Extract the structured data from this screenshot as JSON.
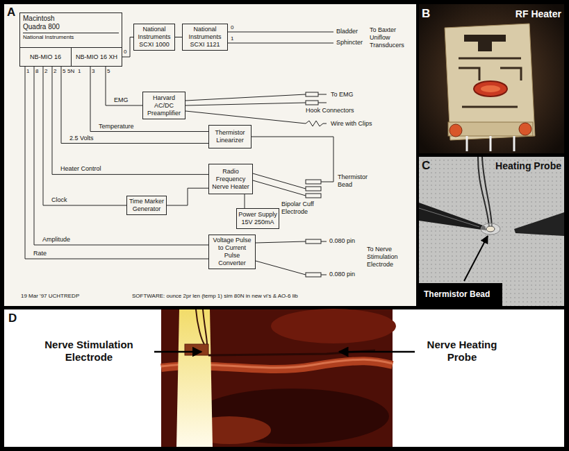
{
  "diagram": {
    "nodes": [
      {
        "text": [
          "Macintosh Quadra 800",
          "National Instruments"
        ]
      },
      {
        "text": [
          "NB-MIO 16"
        ],
        "in": 0
      },
      {
        "text": [
          "NB-MIO 16 XH"
        ],
        "in": 0
      },
      {
        "text": [
          "National Instruments SCXI 1000"
        ]
      },
      {
        "text": [
          "National Instruments SCXI 1121"
        ]
      },
      {
        "text": [
          "Harvard AC/DC Preamplifier"
        ]
      },
      {
        "text": [
          "Thermistor Linearizer"
        ]
      },
      {
        "text": [
          "Radio Frequency Nerve Heater"
        ]
      },
      {
        "text": [
          "Time Marker Generator"
        ]
      },
      {
        "text": [
          "Power Supply",
          "15V 250mA"
        ]
      },
      {
        "text": [
          "Voltage Pulse to Current Pulse Converter"
        ]
      }
    ],
    "edges": [
      {
        "from": 2,
        "to": 3,
        "arrow": "none"
      },
      {
        "from": 3,
        "to": 4,
        "arrow": "none"
      },
      {
        "from": 2,
        "to": 5,
        "label": "EMG",
        "arrow": "none"
      },
      {
        "from": 2,
        "to": 6,
        "label": "Temperature",
        "arrow": "none"
      },
      {
        "from": 1,
        "to": 6,
        "label": "2.5 Volts",
        "arrow": "none"
      },
      {
        "from": 1,
        "to": 7,
        "label": "Heater Control",
        "arrow": "none"
      },
      {
        "from": 1,
        "to": 8,
        "label": "Clock",
        "arrow": "none"
      },
      {
        "from": 8,
        "to": 7,
        "arrow": "none"
      },
      {
        "from": 7,
        "to": 9,
        "arrow": "none"
      },
      {
        "from": 1,
        "to": 10,
        "label": "Amplitude",
        "arrow": "none"
      },
      {
        "from": 1,
        "to": 10,
        "label": "Rate",
        "arrow": "none"
      }
    ],
    "labels": [
      "A",
      "0",
      "0",
      "1",
      "Bladder",
      "Sphincter",
      "To Baxter Uniflow Transducers",
      "1",
      "8",
      "2",
      "2",
      "5",
      "5N",
      "1",
      "3",
      "5",
      "To EMG",
      "Hook Connectors",
      "Wire with Clips",
      "Thermistor Bead",
      "Bipolar Cuff Electrode",
      "0.080 pin",
      "To Nerve Stimulation Electrode",
      "0.080 pin",
      "19 Mar '97 UCHTREDP",
      "SOFTWARE: ounce 2pr len (temp 1) sim 80N in new vi's & AO-6 lib",
      "B",
      "RF Heater",
      "C",
      "Heating Probe",
      "Thermistor Bead",
      "D",
      "Nerve Stimulation Electrode",
      "Nerve Heating Probe"
    ]
  }
}
